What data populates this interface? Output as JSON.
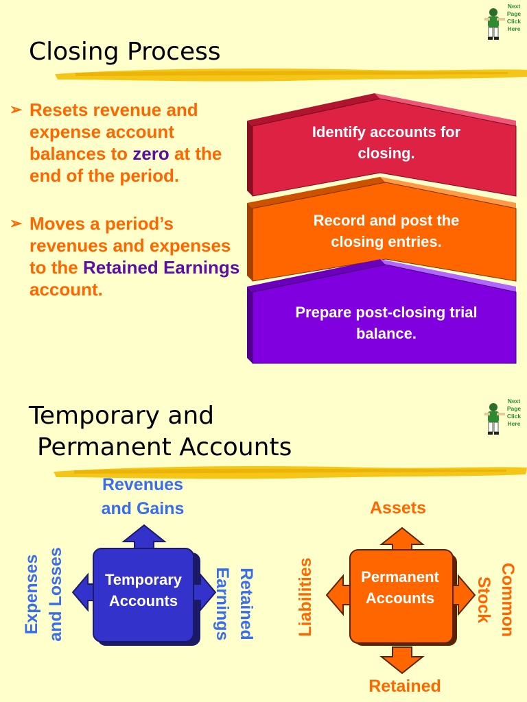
{
  "slide1": {
    "title": "Closing Process",
    "nav": {
      "line1": "Next",
      "line2": "Page",
      "line3": "Click",
      "line4": "Here",
      "icon": "football-player-icon"
    },
    "bullets": [
      {
        "parts": [
          "Resets revenue and expense account balances to ",
          "zero",
          " at the end of the period."
        ]
      },
      {
        "parts": [
          "Moves a period’s revenues and expenses to the ",
          "Retained Earnings",
          " account."
        ]
      }
    ],
    "steps": [
      {
        "text": "Identify accounts for closing.",
        "color": "#dd2244"
      },
      {
        "text": "Record and post the closing entries.",
        "color": "#ff6600"
      },
      {
        "text": "Prepare post-closing trial balance.",
        "color": "#8000e0"
      }
    ]
  },
  "slide2": {
    "title_line1": "Temporary and",
    "title_line2": "Permanent Accounts",
    "nav": {
      "line1": "Next",
      "line2": "Page",
      "line3": "Click",
      "line4": "Here",
      "icon": "football-player-icon"
    },
    "temporary": {
      "box_label_1": "Temporary",
      "box_label_2": "Accounts",
      "top_1": "Revenues",
      "top_2": "and Gains",
      "left_1": "Expenses",
      "left_2": "and Losses",
      "right_1": "Retained",
      "right_2": "Earnings",
      "color": "#3333cc"
    },
    "permanent": {
      "box_label_1": "Permanent",
      "box_label_2": "Accounts",
      "top": "Assets",
      "left": "Liabilities",
      "right_1": "Common",
      "right_2": "Stock",
      "bottom": "Retained",
      "color": "#ff6600"
    }
  }
}
